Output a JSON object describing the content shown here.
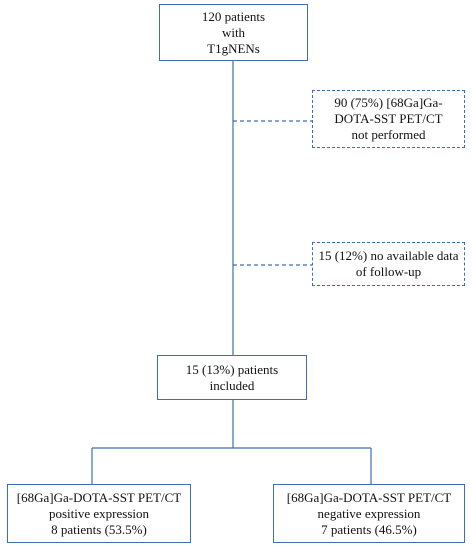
{
  "flowchart": {
    "start": {
      "lines": [
        "120 patients",
        "with",
        "T1gNENs"
      ]
    },
    "exclusion_1": {
      "lines": [
        "90 (75%) [68Ga]Ga-",
        "DOTA-SST PET/CT",
        "not performed"
      ]
    },
    "exclusion_2": {
      "lines": [
        "15 (12%) no available data",
        "of follow-up"
      ]
    },
    "included": {
      "lines": [
        "15 (13%) patients",
        "included"
      ]
    },
    "positive": {
      "lines": [
        "[68Ga]Ga-DOTA-SST PET/CT",
        "positive expression",
        "8 patients (53.5%)"
      ]
    },
    "negative": {
      "lines": [
        "[68Ga]Ga-DOTA-SST PET/CT",
        "negative expression",
        "7 patients (46.5%)"
      ]
    }
  },
  "colors": {
    "border": "#3f6fb0",
    "connector": "#3f6fb0",
    "text": "#111111"
  }
}
